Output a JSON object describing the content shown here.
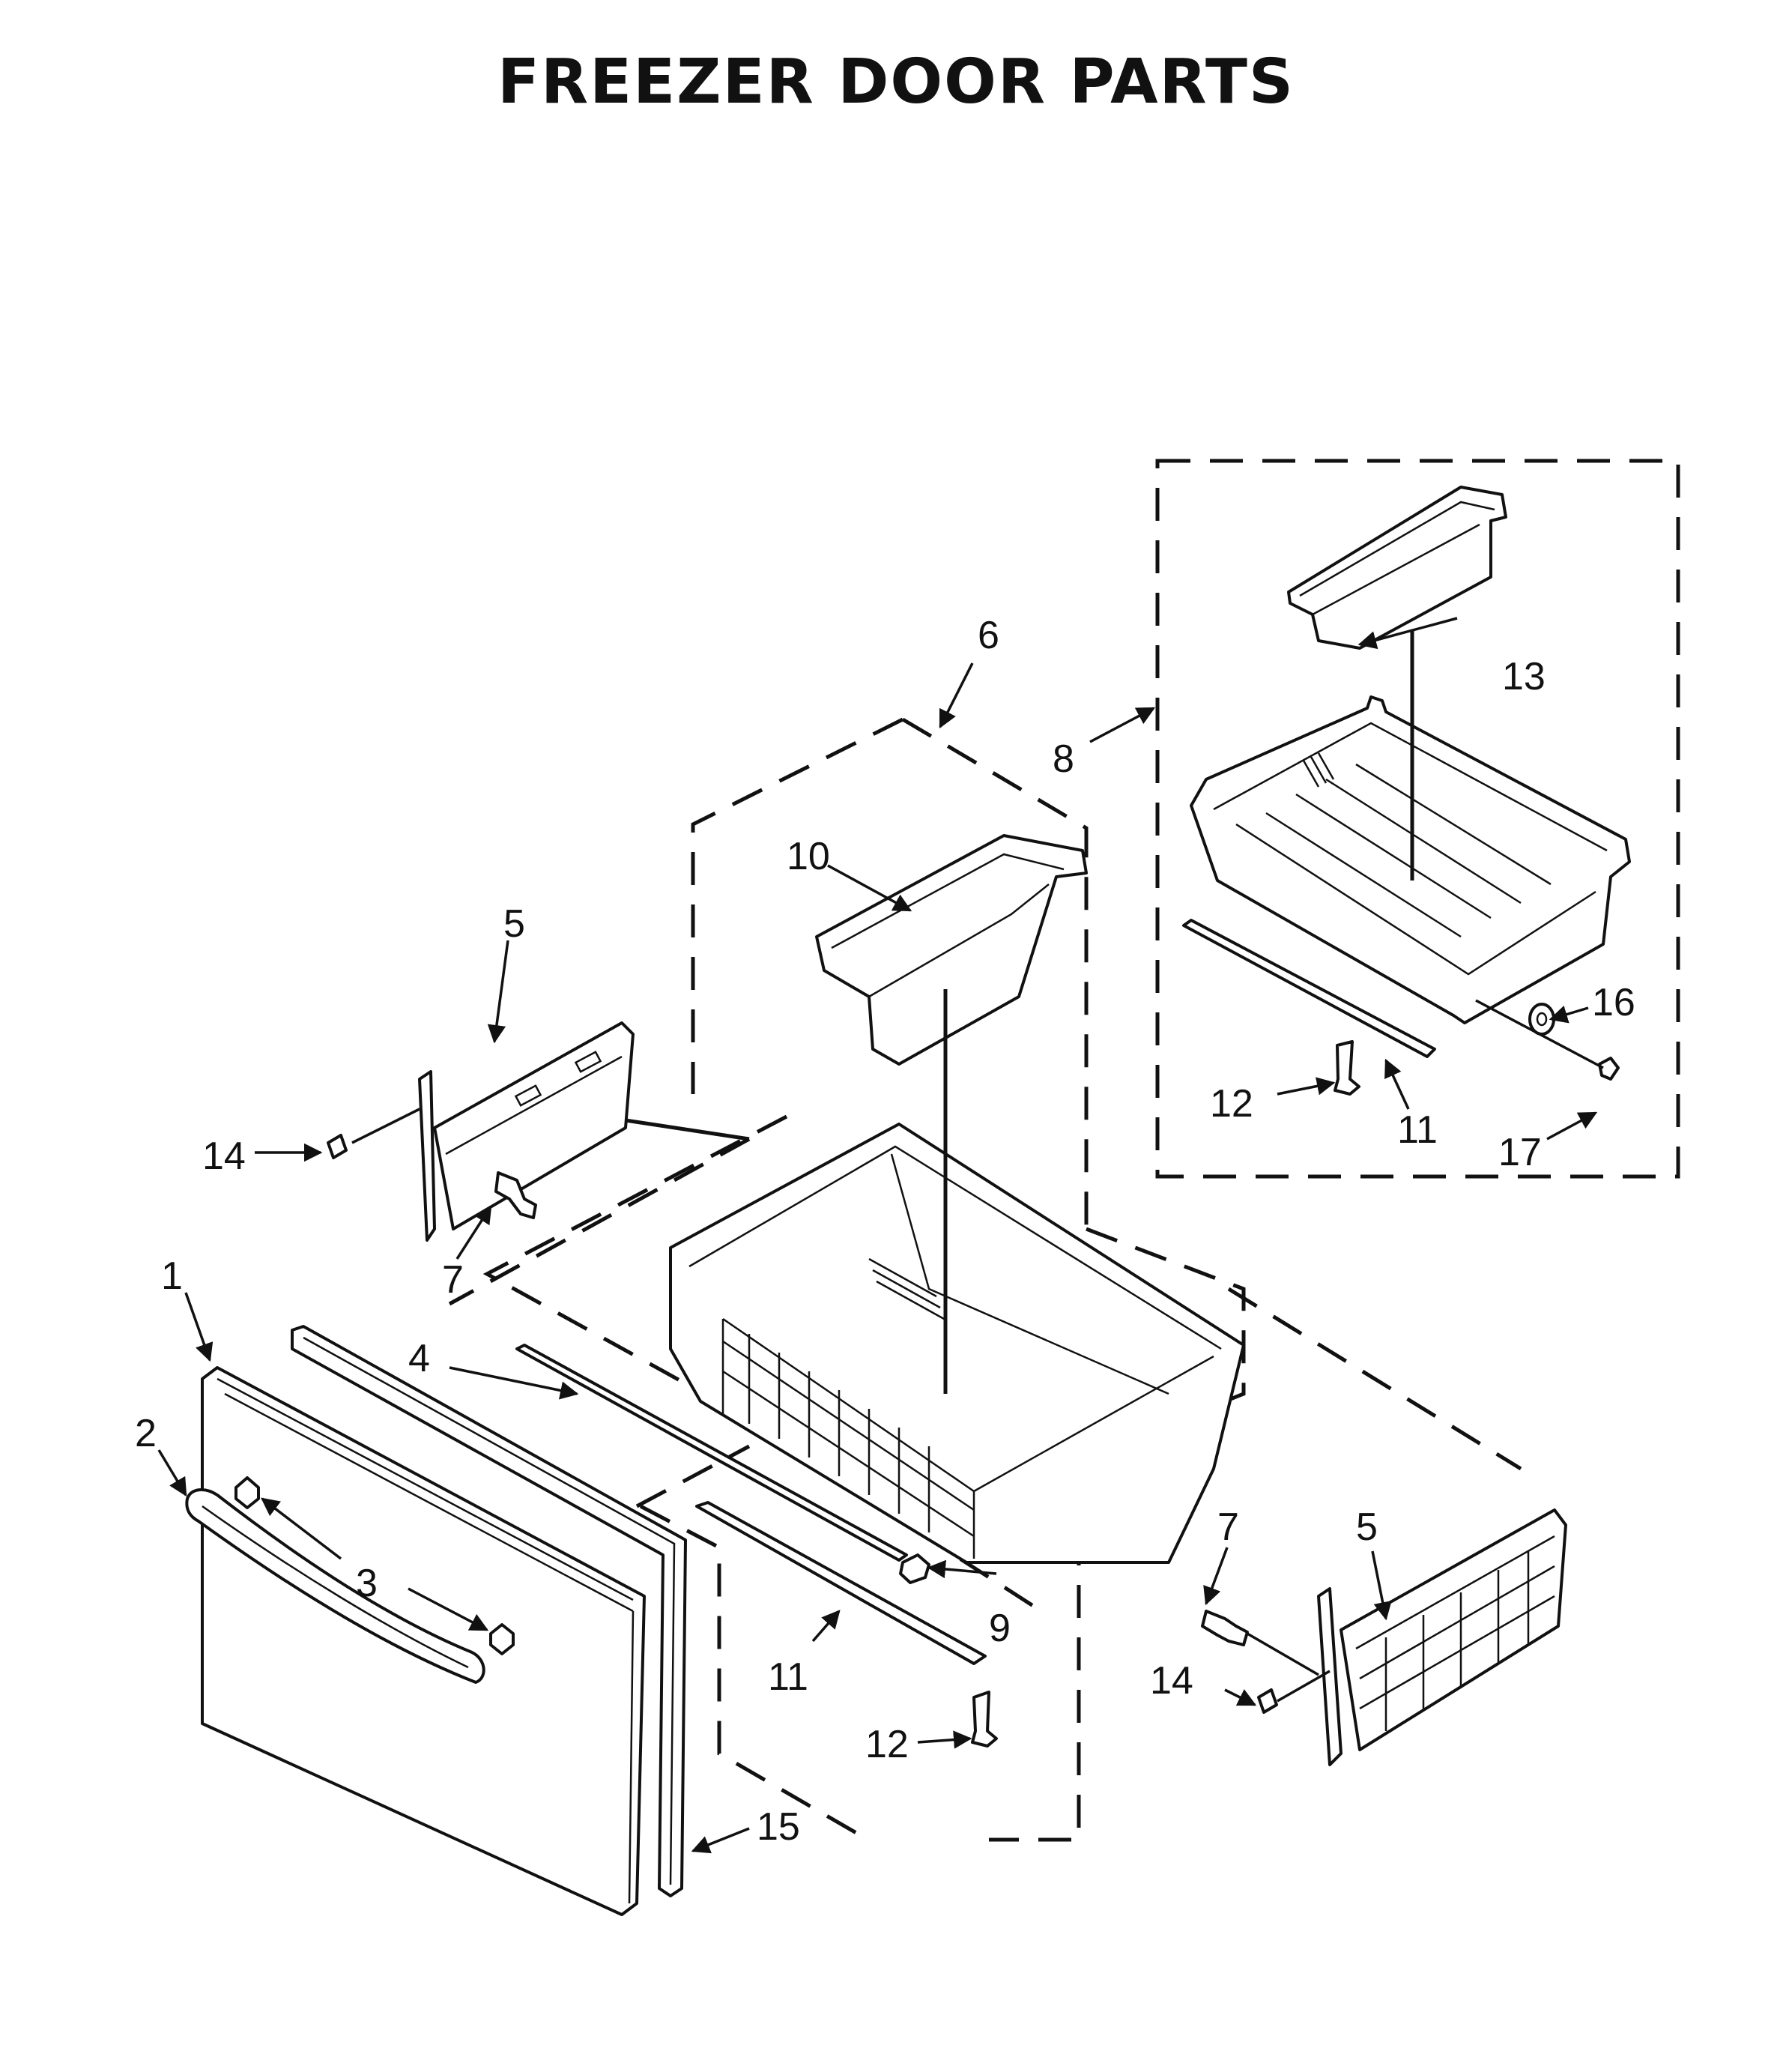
{
  "title": "FREEZER DOOR PARTS",
  "callouts": {
    "c1": "1",
    "c2": "2",
    "c3": "3",
    "c4": "4",
    "c5_left": "5",
    "c5_right": "5",
    "c6": "6",
    "c7_left": "7",
    "c7_right": "7",
    "c8": "8",
    "c9": "9",
    "c10": "10",
    "c11_center": "11",
    "c11_right": "11",
    "c12_center": "12",
    "c12_right": "12",
    "c13": "13",
    "c14_left": "14",
    "c14_right": "14",
    "c15": "15",
    "c16": "16",
    "c17": "17"
  }
}
